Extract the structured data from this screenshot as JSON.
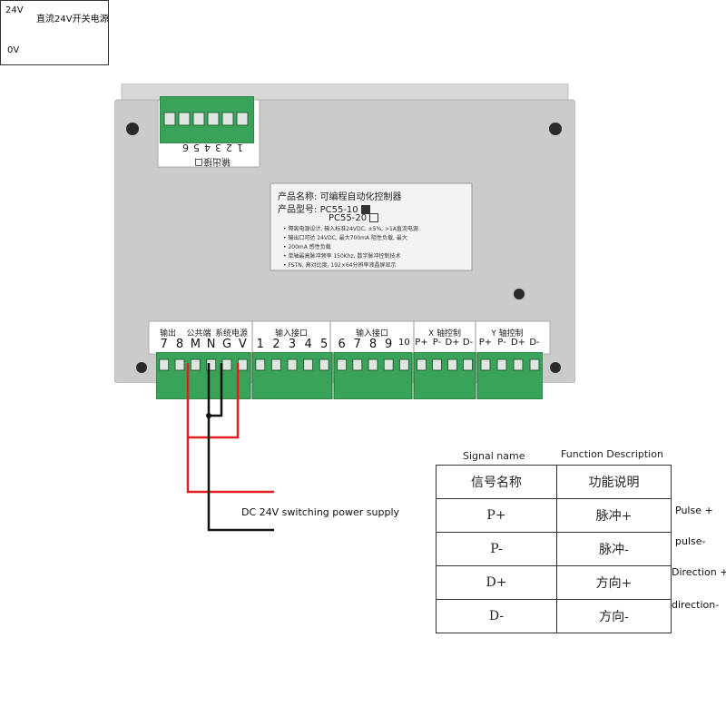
{
  "device": {
    "top_connector_pins": [
      "1",
      "2",
      "3",
      "4",
      "5",
      "6"
    ],
    "top_connector_label": "输出接口",
    "product_name_label": "产品名称:",
    "product_name_value": "可编程自动化控制器",
    "product_model_label": "产品型号:",
    "model_a": "PC55-10",
    "model_b": "PC55-20",
    "spec_lines": [
      "隔离电源设计, 输入标准24VDC, ±5%, >1A直流电源",
      "输出口可达 24VDC, 最大700mA 阻性负载, 最大",
      "200mA 感性负载",
      "单轴最高脉冲频率 150Khz, 数字脉冲控制技术",
      "FSTN, 高对比度, 192×64分辨率液晶屏显示"
    ],
    "groups": [
      {
        "id": "output",
        "label": "输出"
      },
      {
        "id": "common",
        "label": "公共端"
      },
      {
        "id": "power",
        "label": "系统电源"
      },
      {
        "id": "input1",
        "label": "输入接口"
      },
      {
        "id": "input2",
        "label": "输入接口"
      },
      {
        "id": "xaxis",
        "label": "X 轴控制"
      },
      {
        "id": "yaxis",
        "label": "Y 轴控制"
      }
    ],
    "bottom_pins": [
      "7",
      "8",
      "M",
      "N",
      "G",
      "V",
      "1",
      "2",
      "3",
      "4",
      "5",
      "6",
      "7",
      "8",
      "9",
      "10",
      "P+",
      "P-",
      "D+",
      "D-",
      "P+",
      "P-",
      "D+",
      "D-"
    ]
  },
  "power_supply": {
    "v24_label": "24V",
    "v0_label": "0V",
    "title_cn": "直流24V开关电源",
    "title_en": "DC 24V switching power supply"
  },
  "signal_table": {
    "header_signal_en": "Signal name",
    "header_function_en": "Function Description",
    "header_signal_cn": "信号名称",
    "header_function_cn": "功能说明",
    "rows": [
      {
        "signal": "P+",
        "function": "脉冲+",
        "desc_en": "Pulse +"
      },
      {
        "signal": "P-",
        "function": "脉冲-",
        "desc_en": "pulse-"
      },
      {
        "signal": "D+",
        "function": "方向+",
        "desc_en": "Direction +"
      },
      {
        "signal": "D-",
        "function": "方向-",
        "desc_en": "direction-"
      }
    ]
  },
  "colors": {
    "housing": "#c9c9c9",
    "terminal_green": "#3aa35a",
    "wire_red": "#e02020",
    "wire_black": "#111111"
  }
}
